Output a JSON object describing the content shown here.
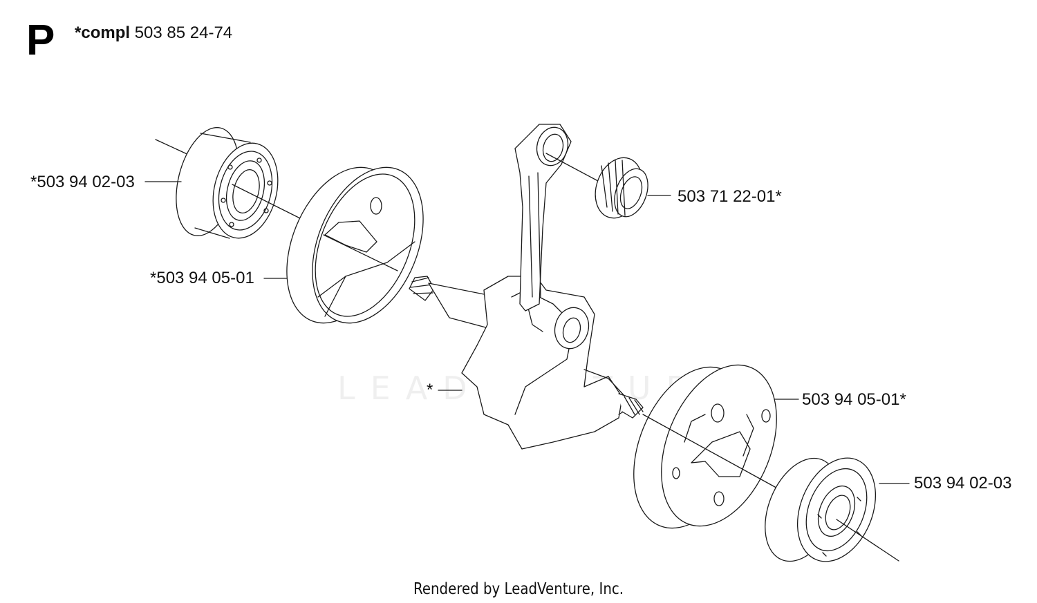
{
  "header": {
    "section": "P",
    "compl_prefix": "*compl",
    "compl_number": "503 85 24-74"
  },
  "parts": [
    {
      "label": "*503 94 02-03"
    },
    {
      "label": "*503 94 05-01"
    },
    {
      "label": "503 71 22-01*"
    },
    {
      "label": "*"
    },
    {
      "label": "503 94 05-01*"
    },
    {
      "label": "503 94 02-03"
    }
  ],
  "watermark": "LEADVENTURE",
  "footer": "Rendered by LeadVenture, Inc.",
  "colors": {
    "line": "#1a1a1a",
    "background": "#ffffff"
  }
}
